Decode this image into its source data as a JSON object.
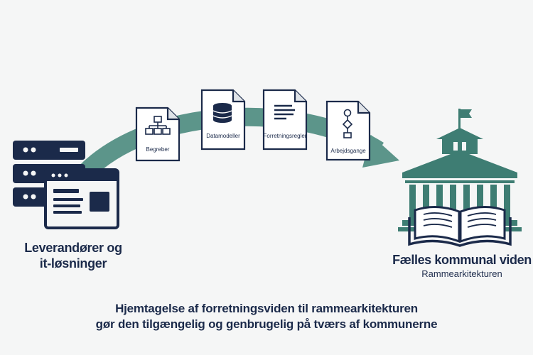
{
  "source": {
    "label_line1": "Leverandører og",
    "label_line2": "it-løsninger"
  },
  "documents": [
    {
      "label": "Begreber",
      "icon": "hierarchy-icon"
    },
    {
      "label": "Datamodeller",
      "icon": "database-icon"
    },
    {
      "label": "Forretningsregler",
      "icon": "text-lines-icon"
    },
    {
      "label": "Arbejdsgange",
      "icon": "flowchart-icon"
    }
  ],
  "target": {
    "title": "Fælles kommunal viden",
    "subtitle": "Rammearkitekturen"
  },
  "caption": {
    "line1": "Hjemtagelse af forretningsviden til rammearkitekturen",
    "line2": "gør den tilgængelig og genbrugelig på tværs af kommunerne"
  },
  "colors": {
    "navy": "#1b2a4a",
    "teal": "#3e7d73",
    "arrow": "#5c958a",
    "background": "#f5f6f6"
  }
}
